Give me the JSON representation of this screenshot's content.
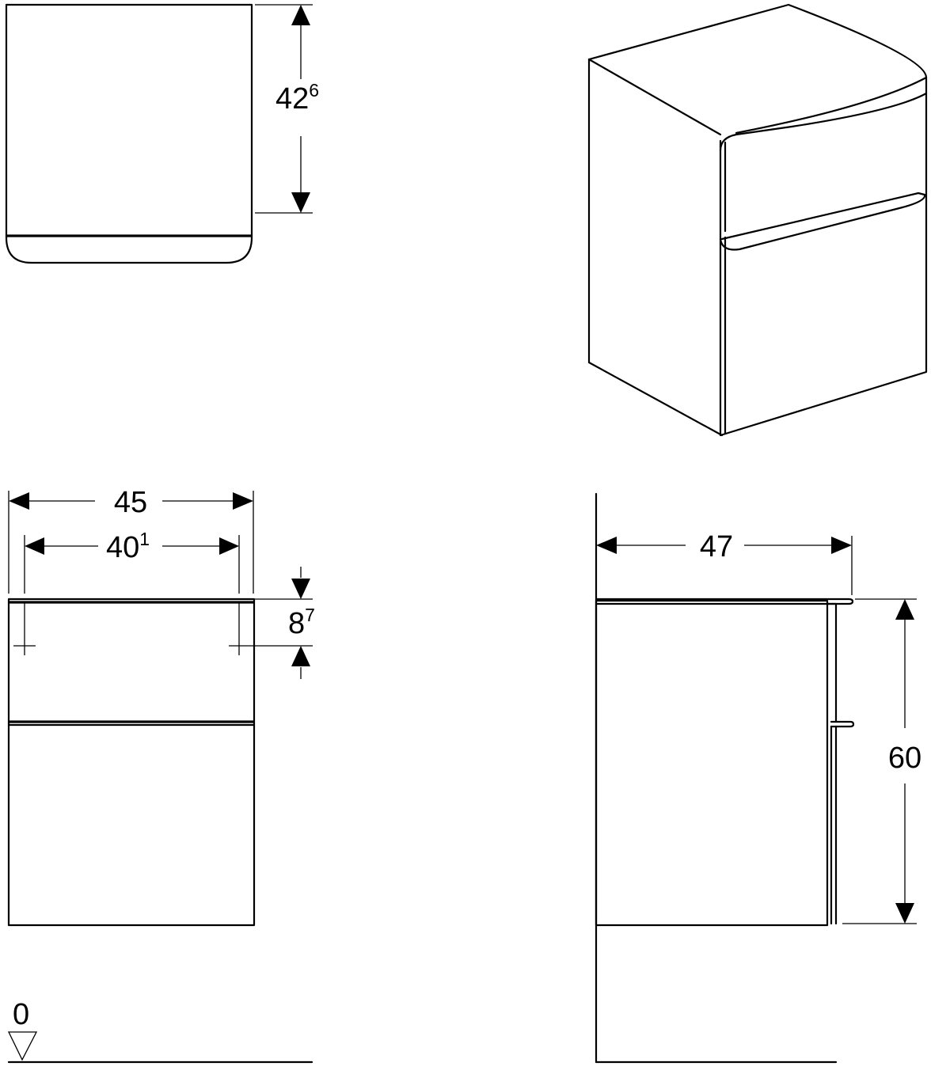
{
  "dimensions": {
    "depth_top": {
      "main": "42",
      "sup": "6"
    },
    "width_outer": {
      "main": "45"
    },
    "width_inner": {
      "main": "40",
      "sup": "1"
    },
    "top_offset": {
      "main": "8",
      "sup": "7"
    },
    "depth_side": {
      "main": "47"
    },
    "height": {
      "main": "60"
    },
    "floor_level": {
      "main": "0"
    }
  },
  "colors": {
    "line": "#000000",
    "background": "#ffffff"
  }
}
